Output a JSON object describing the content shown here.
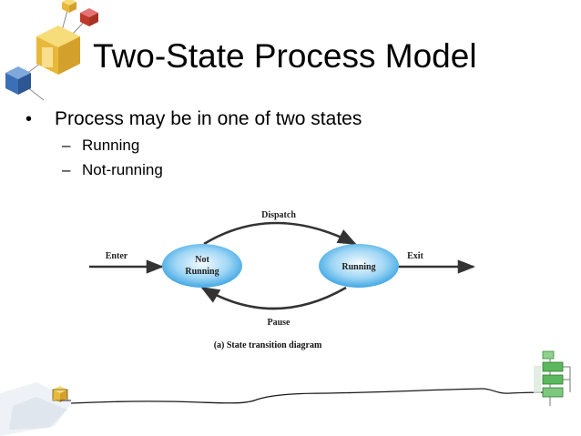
{
  "slide": {
    "title": "Two-State Process Model",
    "bullet": {
      "mark": "•",
      "text": "Process may be in one of two states"
    },
    "sub_items": [
      {
        "mark": "–",
        "text": "Running"
      },
      {
        "mark": "–",
        "text": "Not-running"
      }
    ]
  },
  "diagram": {
    "states": {
      "not_running": {
        "line1": "Not",
        "line2": "Running"
      },
      "running": {
        "label": "Running"
      }
    },
    "transitions": {
      "enter": "Enter",
      "dispatch": "Dispatch",
      "pause": "Pause",
      "exit": "Exit"
    },
    "caption": "(a) State transition diagram"
  },
  "colors": {
    "state_fill": "#39a8e6",
    "state_highlight": "#eef8ff",
    "arrow": "#333333",
    "accent_yellow": "#f2c94c",
    "accent_red": "#c0392b",
    "accent_blue": "#3b6fb6",
    "accent_green": "#5bb85d"
  },
  "icons": [
    "cube-cluster-icon",
    "cube-cluster-bottom-icon",
    "flowchart-icon"
  ]
}
